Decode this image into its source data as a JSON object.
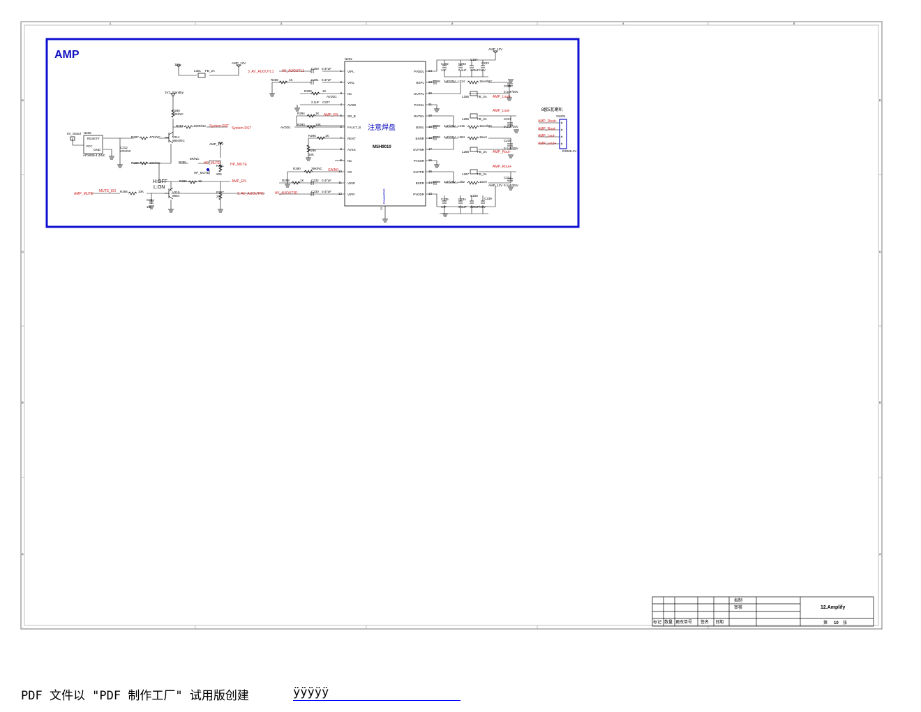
{
  "sheet": {
    "section_title": "AMP",
    "zone_letters": [
      "D",
      "C",
      "B",
      "A"
    ],
    "zone_numbers": [
      "1",
      "2",
      "3",
      "4",
      "5"
    ]
  },
  "ic": {
    "ref": "N202",
    "part": "MSH9010",
    "note": "注意焊盘",
    "power_pad": "PowerPAD",
    "power_pad_pin": "25",
    "left_pins": [
      {
        "num": "1",
        "name": "VIPL"
      },
      {
        "num": "2",
        "name": "VINL"
      },
      {
        "num": "3",
        "name": "NC"
      },
      {
        "num": "4",
        "name": "AVDD"
      },
      {
        "num": "5",
        "name": "SD_B"
      },
      {
        "num": "6",
        "name": "FAULT_B"
      },
      {
        "num": "7",
        "name": "REXT"
      },
      {
        "num": "8",
        "name": "AVSS"
      },
      {
        "num": "9",
        "name": "NC"
      },
      {
        "num": "10",
        "name": "G0"
      },
      {
        "num": "11",
        "name": "VINR"
      },
      {
        "num": "12",
        "name": "VIPR"
      }
    ],
    "right_pins": [
      {
        "num": "24",
        "name": "PVDDL"
      },
      {
        "num": "23",
        "name": "BSPL"
      },
      {
        "num": "22",
        "name": "OUTPL"
      },
      {
        "num": "21",
        "name": "PVSSL"
      },
      {
        "num": "20",
        "name": "OUTNL"
      },
      {
        "num": "19",
        "name": "BSNL"
      },
      {
        "num": "18",
        "name": "BSNR"
      },
      {
        "num": "17",
        "name": "OUTNR"
      },
      {
        "num": "16",
        "name": "PVSSR"
      },
      {
        "num": "15",
        "name": "OUTPR"
      },
      {
        "num": "14",
        "name": "BSPR"
      },
      {
        "num": "13",
        "name": "PVDDR"
      }
    ]
  },
  "labels": {
    "v12": "12V",
    "l301": "L301",
    "fb3a": "FB_3A",
    "amp12v": "AMP_12V",
    "av_outl": "3. AV_AUOUTL1",
    "av_outl_net": "AV_AUOUTL1",
    "av_outr": "3. AV_AUOUTR1",
    "av_outr_net": "AV_AUOUTR1",
    "c200": "C200",
    "c201": "C201",
    "c047uf": "0.47uF",
    "r258": "R258",
    "r209": "R209",
    "r1k": "1K",
    "avdd1": "AVDD1",
    "c22uf": "2.2uF",
    "c227": "C227",
    "r294": "R294",
    "amp_en": "AMP_EN",
    "r293": "R293",
    "r10k": "10K",
    "r295": "R295",
    "r296": "R296",
    "r290": "R290",
    "r39k": "39K/NC",
    "gain0": "GAIN0",
    "r298": "R298",
    "c232": "C232",
    "c230": "C230",
    "v3_standby": "3V3_Standby",
    "r288": "R288",
    "r10knc": "10K/NC",
    "r284": "R284",
    "r100k": "100R/NC",
    "sys_rst": "System-RST",
    "sys_rst2": "System-RST",
    "v214": "V214",
    "s9014": "9804/NC",
    "r287": "R287",
    "r47k": "47K/NC",
    "n205": "N205",
    "reset": "RESET#",
    "vcc": "VCC",
    "gnd": "GND",
    "apx": "APX809-4.4/NC",
    "v5": "5V_Stand",
    "c212": "C212",
    "c47k": "47K/NC",
    "r289": "R289",
    "amp12v_2": "AMP_12V",
    "r285": "R285",
    "r8": "8R/NC",
    "hp_mute": "HP_MUTE",
    "hp_mute_net": "HP_MUTE",
    "r291": "R291",
    "r20k": "20K",
    "hoff": "H:OFF",
    "lon": "L:ON",
    "r286": "R286",
    "amp_en2": "AMP_EN",
    "v215": "V215",
    "s9014b": "9804",
    "r297": "R297",
    "amp_mute": "AMP_MUTE",
    "mute_en": "MUTE_EN",
    "r266": "R266",
    "c201b": "C201",
    "c1nf": "1nF",
    "amp12v_r": "AMP_12V",
    "c202": "C202",
    "c203": "C203",
    "c167": "C167",
    "c223": "C223",
    "c1nf2": "1nF",
    "c01": "0.1uF",
    "c220": "220uF/16V",
    "c248": "C248",
    "c1uf25": "1uF/25V",
    "l214": "L214",
    "l15uh": "15uH/NC",
    "l286": "L286",
    "c211": "C211",
    "c01_25": "0.1uF/25V",
    "amp_lout": "AMP_Lout-",
    "amp_lout_p": "AMP_Lout+",
    "c206": "C206",
    "l215": "L215",
    "c237": "C237",
    "c208": "C208",
    "l284": "L284",
    "l15": "15uH",
    "l288": "L288",
    "c236": "C236",
    "amp_rout": "AMP_Rout-",
    "amp_rout_p": "AMP_Rout+",
    "l287": "L287",
    "c209": "C209",
    "l282": "L282",
    "c224": "C224",
    "c235": "C235",
    "c234": "C234",
    "c168": "C168",
    "c239": "C239",
    "spk_title": "8欧5瓦喇叭",
    "xs201": "XS201",
    "conn_part": "D2006-4V",
    "conn_pins": [
      "AMP_Rout+",
      "AMP_Rout-",
      "AMP_Lout-",
      "AMP_Lout+"
    ]
  },
  "title_block": {
    "draw": "拟制",
    "review": "审核",
    "title": "12.Amplify",
    "sheet_prefix": "第",
    "sheet_num": "10",
    "sheet_suffix": "张",
    "cols": [
      "标记",
      "数量",
      "更改单号",
      "签名",
      "日期"
    ]
  },
  "footer": {
    "text": "PDF 文件以 \"PDF 制作工厂\" 试用版创建",
    "link": "ÿÿÿÿÿ"
  }
}
